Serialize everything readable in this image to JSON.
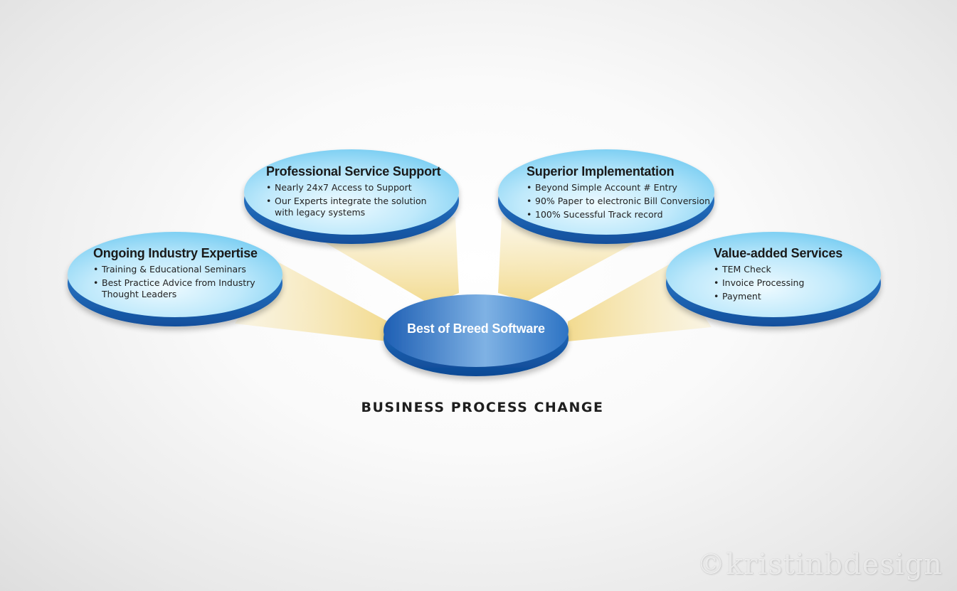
{
  "diagram": {
    "center": {
      "label": "Best of Breed Software"
    },
    "nodes": [
      {
        "title": "Ongoing Industry Expertise",
        "bullets": [
          "Training & Educational Seminars",
          "Best Practice Advice from Industry Thought Leaders"
        ]
      },
      {
        "title": "Professional Service Support",
        "bullets": [
          "Nearly 24x7 Access to Support",
          "Our Experts integrate the solution with legacy systems"
        ]
      },
      {
        "title": "Superior Implementation",
        "bullets": [
          "Beyond Simple Account # Entry",
          "90% Paper to electronic Bill Conversion",
          "100% Sucessful Track record"
        ]
      },
      {
        "title": "Value-added Services",
        "bullets": [
          "TEM Check",
          "Invoice Processing",
          "Payment"
        ]
      }
    ],
    "caption": "BUSINESS PROCESS CHANGE"
  },
  "watermark": "©kristinbdesign",
  "colors": {
    "node_fill_light": "#e6f7ff",
    "node_fill_mid": "#9ddcf7",
    "node_rim": "#1c6bc2",
    "center_fill_dark": "#1f63b8",
    "center_fill_light": "#86b8e6",
    "beam": "#f3dc8c"
  }
}
